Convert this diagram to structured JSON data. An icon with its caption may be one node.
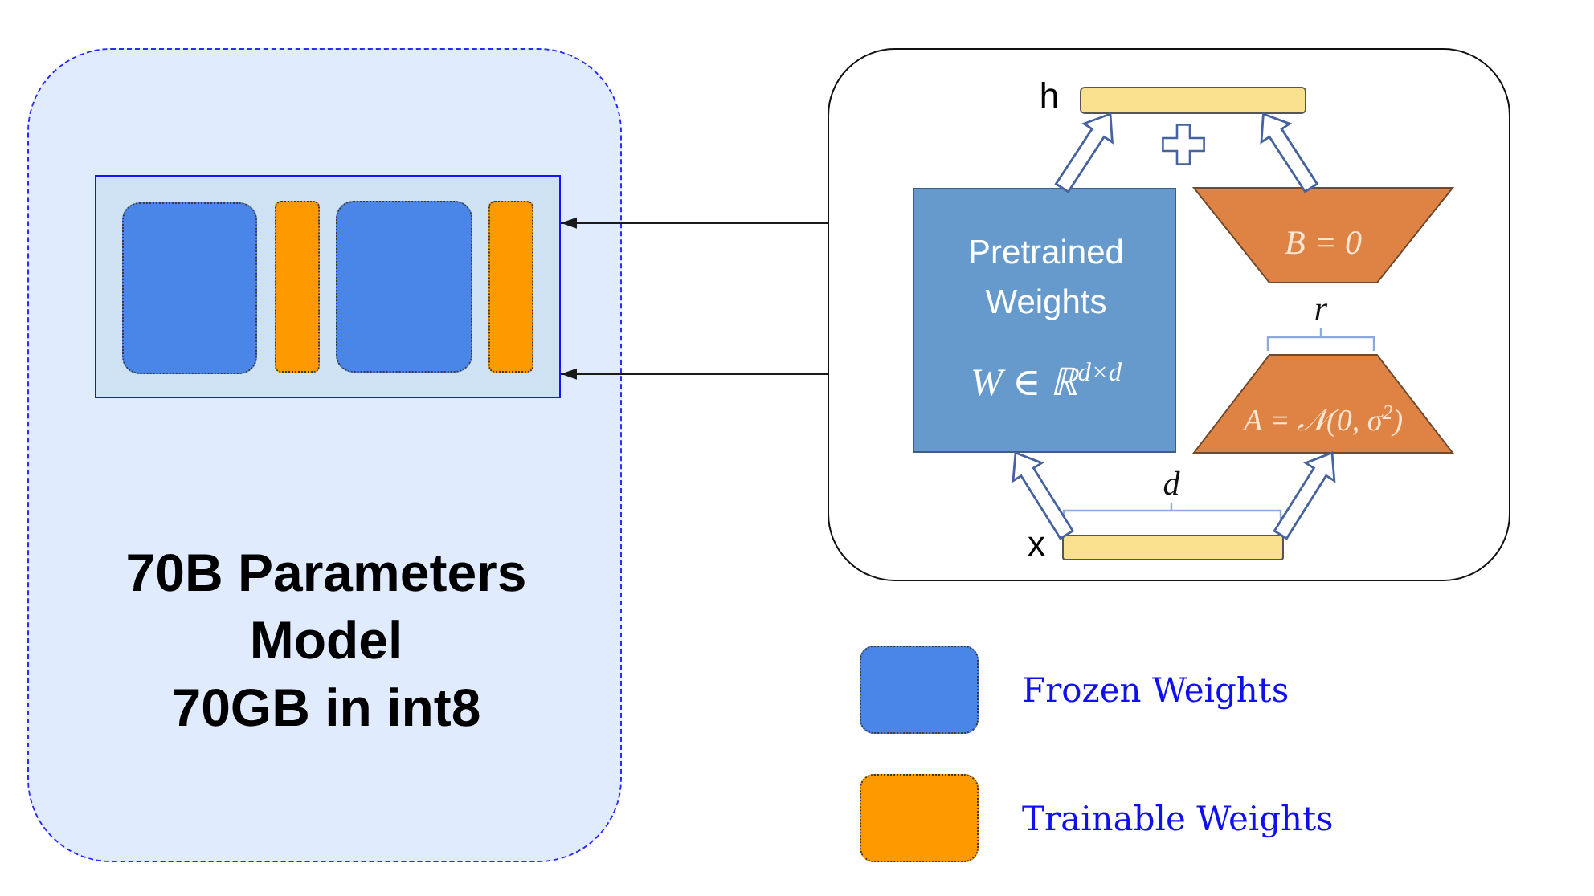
{
  "diagram": {
    "nodes": [
      {
        "text": [
          "70B Parameters Model",
          "70GB in int8"
        ]
      },
      {
        "text": [],
        "shape": "box",
        "in": 0
      },
      {
        "text": [],
        "shape": "box",
        "in": 1
      },
      {
        "text": [],
        "shape": "bar",
        "in": 1
      },
      {
        "text": [],
        "shape": "box",
        "in": 1
      },
      {
        "text": [],
        "shape": "bar",
        "in": 1
      },
      {
        "text": [],
        "shape": "box"
      },
      {
        "text": [],
        "shape": "bar",
        "in": 6,
        "beside": [
          "h"
        ]
      },
      {
        "text": [
          "Pretrained Weights",
          "W ∈ ℝ$^{d×d}$"
        ],
        "in": 6
      },
      {
        "text": [
          "B = 0"
        ],
        "in": 6
      },
      {
        "text": [
          "A = 𝒩(0, σ$^{2}$)"
        ],
        "in": 6
      },
      {
        "text": [],
        "shape": "bar",
        "in": 6,
        "beside": [
          "x"
        ]
      }
    ],
    "edges": [
      {
        "from": 6,
        "to": 1,
        "arrow": "to",
        "color": "#1a1a1a"
      },
      {
        "from": 6,
        "to": 1,
        "arrow": "to",
        "color": "#1a1a1a"
      },
      {
        "from": 11,
        "to": 8,
        "arrow": "to",
        "style": "thick"
      },
      {
        "from": 11,
        "to": 10,
        "arrow": "to",
        "style": "thick"
      },
      {
        "from": 8,
        "to": 7,
        "arrow": "to",
        "style": "thick"
      },
      {
        "from": 9,
        "to": 7,
        "arrow": "to",
        "style": "thick"
      }
    ],
    "labels": [
      "r",
      "d"
    ],
    "legend": [
      {
        "text": "Frozen Weights",
        "color": "#4a86e8"
      },
      {
        "text": "Trainable Weights",
        "color": "#ff9900"
      }
    ]
  }
}
